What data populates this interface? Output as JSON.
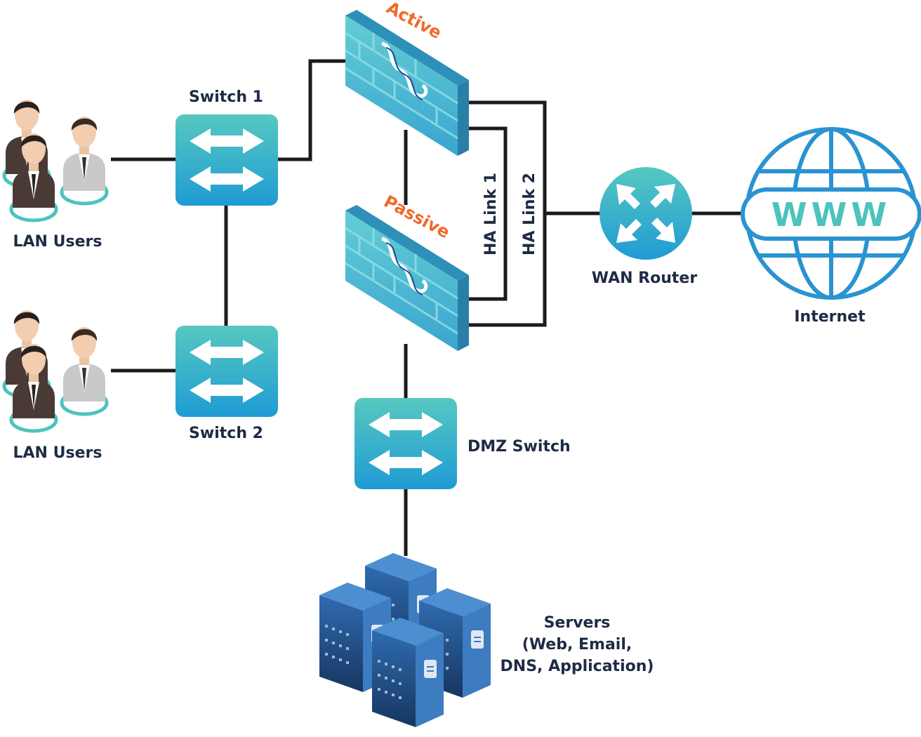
{
  "labels": {
    "lan_users_1": "LAN Users",
    "lan_users_2": "LAN Users",
    "switch_1": "Switch 1",
    "switch_2": "Switch 2",
    "firewall_active": "Active",
    "firewall_passive": "Passive",
    "ha_link_1": "HA Link 1",
    "ha_link_2": "HA Link 2",
    "wan_router": "WAN Router",
    "internet": "Internet",
    "globe_text": "WWW",
    "dmz_switch": "DMZ Switch",
    "servers_line1": "Servers",
    "servers_line2": "(Web, Email,",
    "servers_line3": "DNS, Application)"
  },
  "colors": {
    "teal": "#4cc3bd",
    "blue": "#1f9bd4",
    "line": "#1b1b1b",
    "label": "#1e2b45",
    "status": "#f06a2a",
    "server": "#2c5f9e"
  }
}
